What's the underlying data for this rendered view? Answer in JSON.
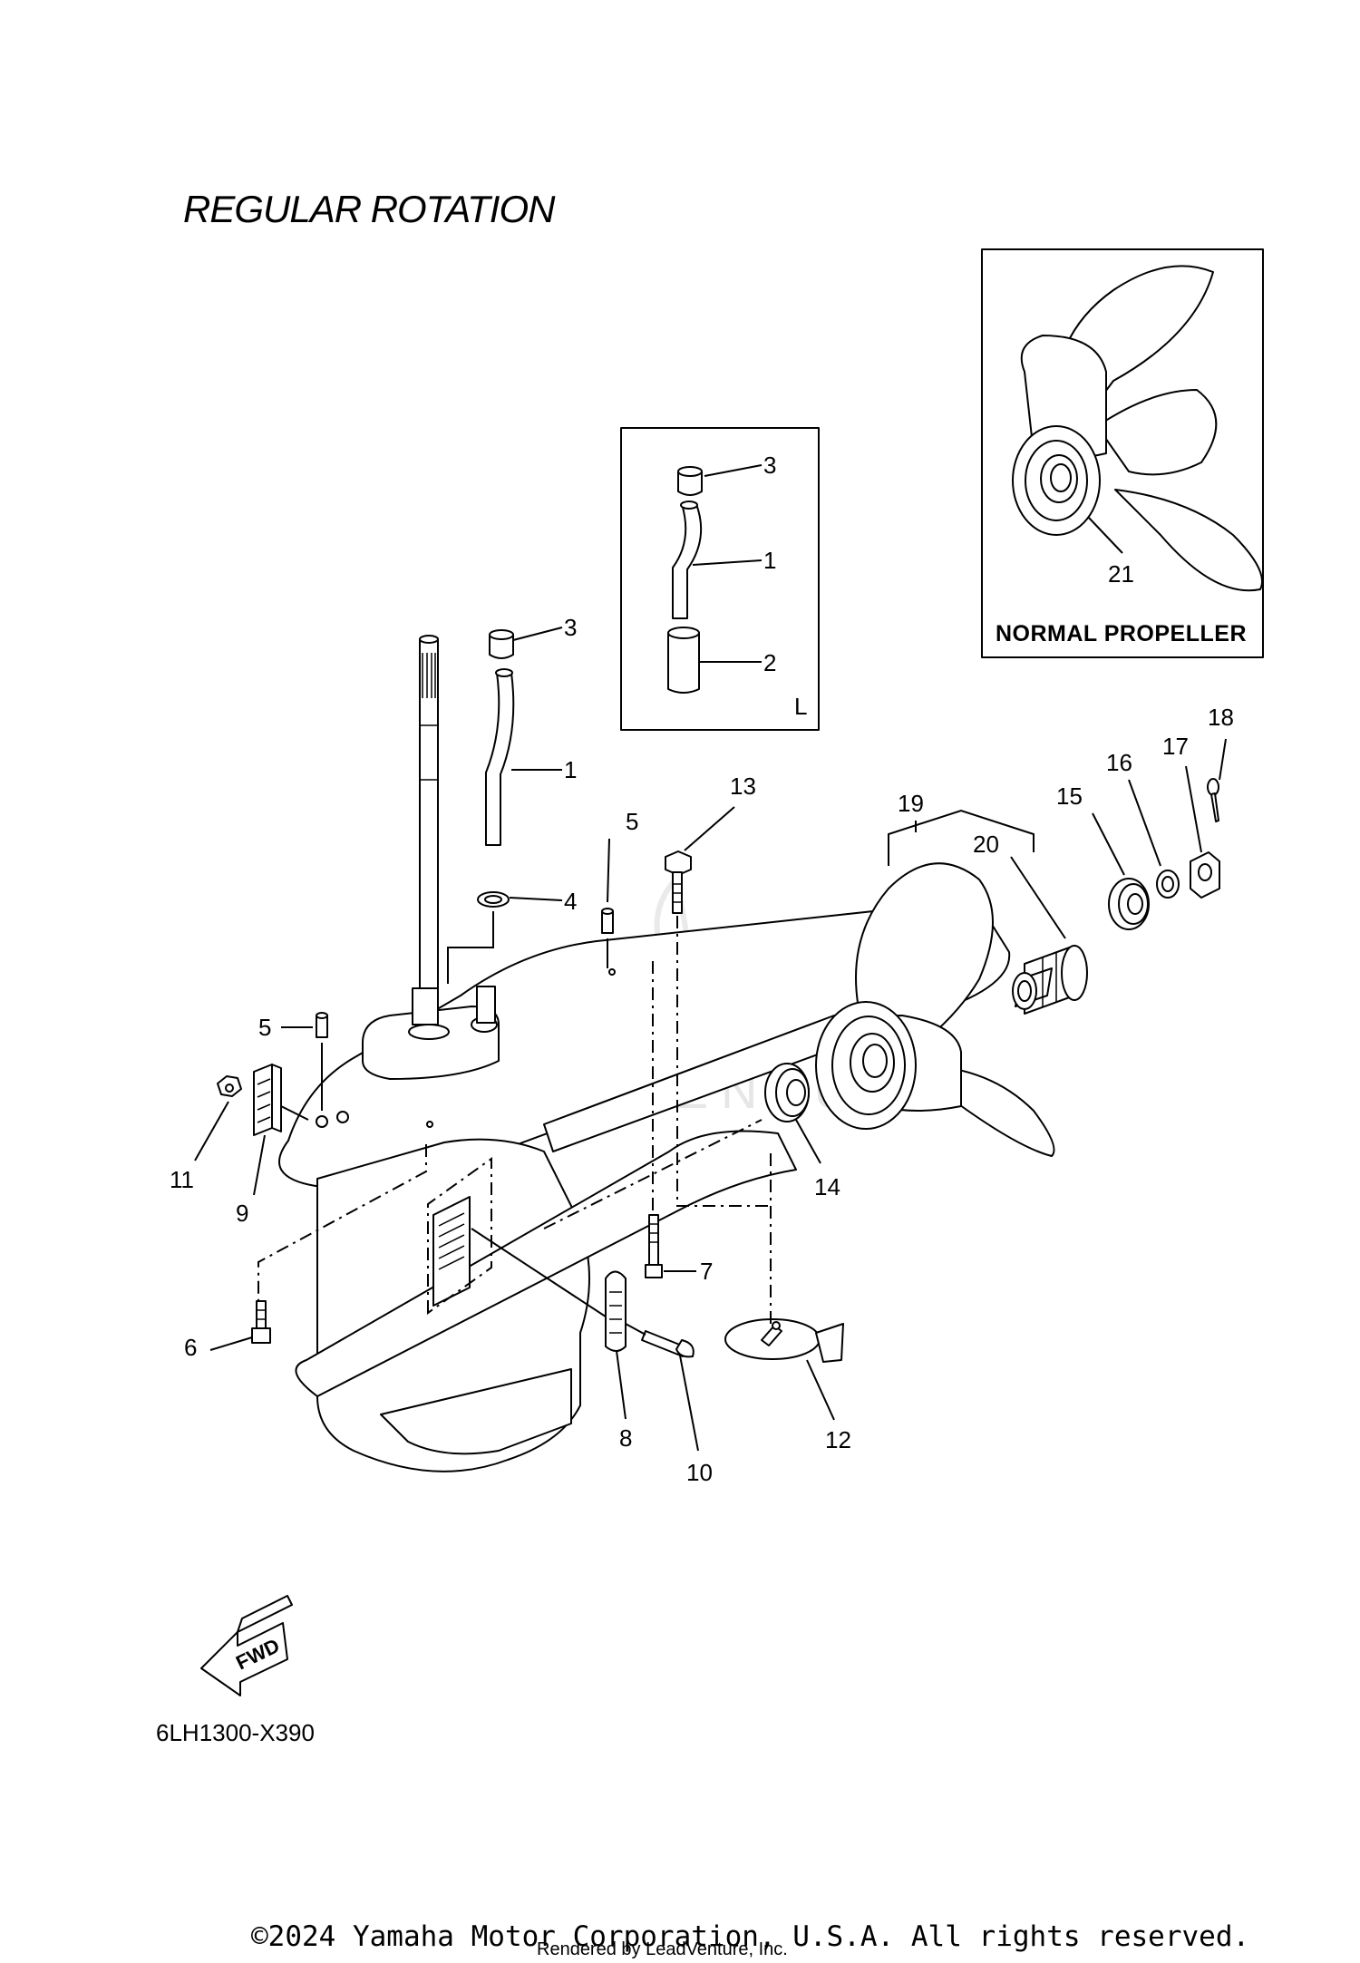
{
  "title": "REGULAR ROTATION",
  "inset_box_label": "L",
  "propeller_box_label": "NORMAL PROPELLER",
  "diagram_code": "6LH1300-X390",
  "fwd_label": "FWD",
  "watermark": "LEADVENTURE",
  "copyright": "©2024 Yamaha Motor Corporation, U.S.A. All rights reserved.",
  "rendered_by": "Rendered by LeadVenture, Inc.",
  "callouts": {
    "c1": "1",
    "c2": "2",
    "c3": "3",
    "c4": "4",
    "c5": "5",
    "c6": "6",
    "c7": "7",
    "c8": "8",
    "c9": "9",
    "c10": "10",
    "c11": "11",
    "c12": "12",
    "c13": "13",
    "c14": "14",
    "c15": "15",
    "c16": "16",
    "c17": "17",
    "c18": "18",
    "c19": "19",
    "c20": "20",
    "c21": "21",
    "inset1": "1",
    "inset2": "2",
    "inset3": "3",
    "main5b": "5"
  }
}
